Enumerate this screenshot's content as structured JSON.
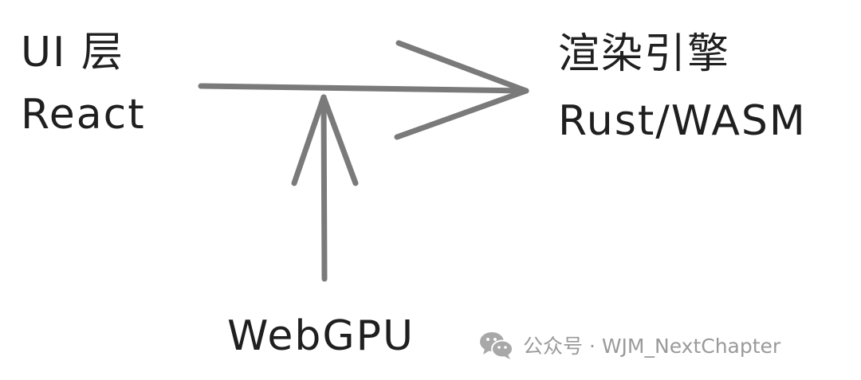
{
  "diagram": {
    "ui_layer": {
      "title": "UI 层",
      "subtitle": "React"
    },
    "engine": {
      "title": "渲染引擎",
      "subtitle": "Rust/WASM"
    },
    "gpu": {
      "label": "WebGPU"
    },
    "connectors": [
      {
        "from": "UI 层",
        "to": "渲染引擎",
        "style": "arrow"
      },
      {
        "from": "WebGPU",
        "to": "connector",
        "style": "arrow"
      }
    ],
    "stroke_color": "#7a7a7a",
    "text_color": "#1f1f1f"
  },
  "watermark": {
    "icon": "wechat-icon",
    "text": "公众号 · WJM_NextChapter",
    "color": "#9a9a9a"
  }
}
